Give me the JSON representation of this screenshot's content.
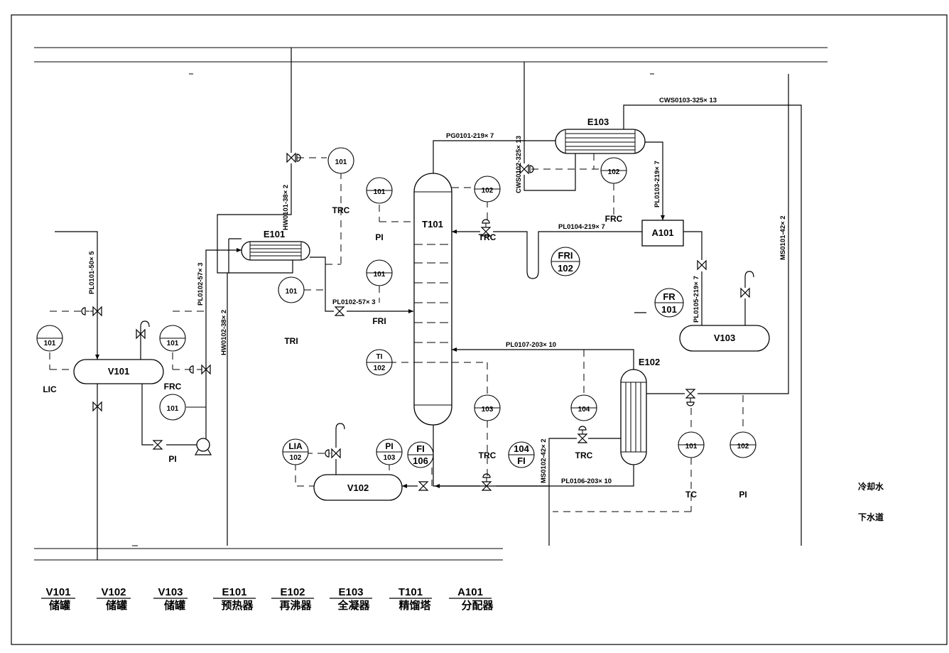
{
  "equipment": {
    "v101": "V101",
    "v102": "V102",
    "v103": "V103",
    "e101": "E101",
    "e102": "E102",
    "e103": "E103",
    "t101": "T101",
    "a101": "A101"
  },
  "pipes": {
    "pg0101": "PG0101-219× 7",
    "cws0103": "CWS0103-325× 13",
    "cws0102": "CWS0102-325× 13",
    "pl0103": "PL0103-219× 7",
    "pl0104": "PL0104-219× 7",
    "pl0105": "PL0105-219× 7",
    "pl0101": "PL0101-50× 5",
    "pl0102a": "PL0102-57× 3",
    "pl0102b": "PL0102-57× 3",
    "hw0101": "HW0101-38× 2",
    "hw0102": "HW0102-38× 2",
    "ms0101": "MS0101-42× 2",
    "ms0102": "MS0102-42× 2",
    "pl0107": "PL0107-203× 10",
    "pl0106": "PL0106-203× 10"
  },
  "instruments": {
    "lic101": {
      "top": "",
      "bottom": "101"
    },
    "frc101a": {
      "top": "",
      "bottom": "101"
    },
    "frc101b": {
      "top": "",
      "bottom": "101"
    },
    "trc101e101": {
      "top": "",
      "bottom": "101"
    },
    "tri101": {
      "top": "",
      "bottom": "101"
    },
    "pi101t": {
      "top": "",
      "bottom": "101"
    },
    "fri101": {
      "top": "",
      "bottom": "101"
    },
    "trc102t": {
      "top": "",
      "bottom": "102"
    },
    "frc102": {
      "top": "",
      "bottom": "102"
    },
    "fri102": {
      "top": "FRI",
      "bottom": "102"
    },
    "fr101": {
      "top": "FR",
      "bottom": "101"
    },
    "ti102": {
      "top": "TI",
      "bottom": "102"
    },
    "trc103": {
      "top": "",
      "bottom": "103"
    },
    "trc104": {
      "top": "",
      "bottom": "104"
    },
    "fi104": {
      "top": "104",
      "bottom": "FI"
    },
    "tc101": {
      "top": "",
      "bottom": "101"
    },
    "pi102": {
      "top": "",
      "bottom": "102"
    },
    "lia102": {
      "top": "LIA",
      "bottom": "102"
    },
    "pi103": {
      "top": "PI",
      "bottom": "103"
    },
    "fi106": {
      "top": "FI",
      "bottom": "106"
    }
  },
  "labels": {
    "lic": "LIC",
    "frc_v101": "FRC",
    "pi_pump": "PI",
    "tri": "TRI",
    "trc_e101": "TRC",
    "pi_tower": "PI",
    "fri": "FRI",
    "trc_tower": "TRC",
    "frc_a101": "FRC",
    "trc_103": "TRC",
    "trc_104": "TRC",
    "tc": "TC",
    "pi_e102": "PI",
    "cooling_water": "冷却水",
    "sewer": "下水道"
  },
  "legend": [
    {
      "code": "V101",
      "name": "储罐"
    },
    {
      "code": "V102",
      "name": "储罐"
    },
    {
      "code": "V103",
      "name": "储罐"
    },
    {
      "code": "E101",
      "name": "预热器"
    },
    {
      "code": "E102",
      "name": "再沸器"
    },
    {
      "code": "E103",
      "name": "全凝器"
    },
    {
      "code": "T101",
      "name": "精馏塔"
    },
    {
      "code": "A101",
      "name": "分配器"
    }
  ]
}
